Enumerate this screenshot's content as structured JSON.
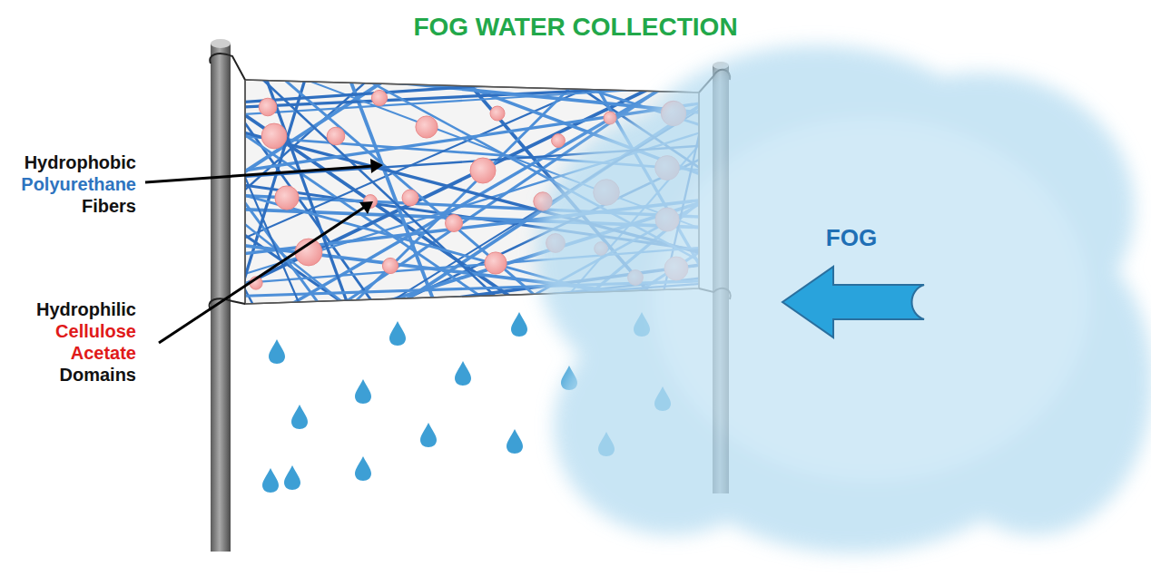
{
  "diagram": {
    "title": "FOG WATER COLLECTION",
    "labels": [
      "Hydrophobic",
      "Polyurethane",
      "Fibers",
      "Hydrophilic",
      "Cellulose",
      "Acetate",
      "Domains",
      "FOG"
    ]
  }
}
